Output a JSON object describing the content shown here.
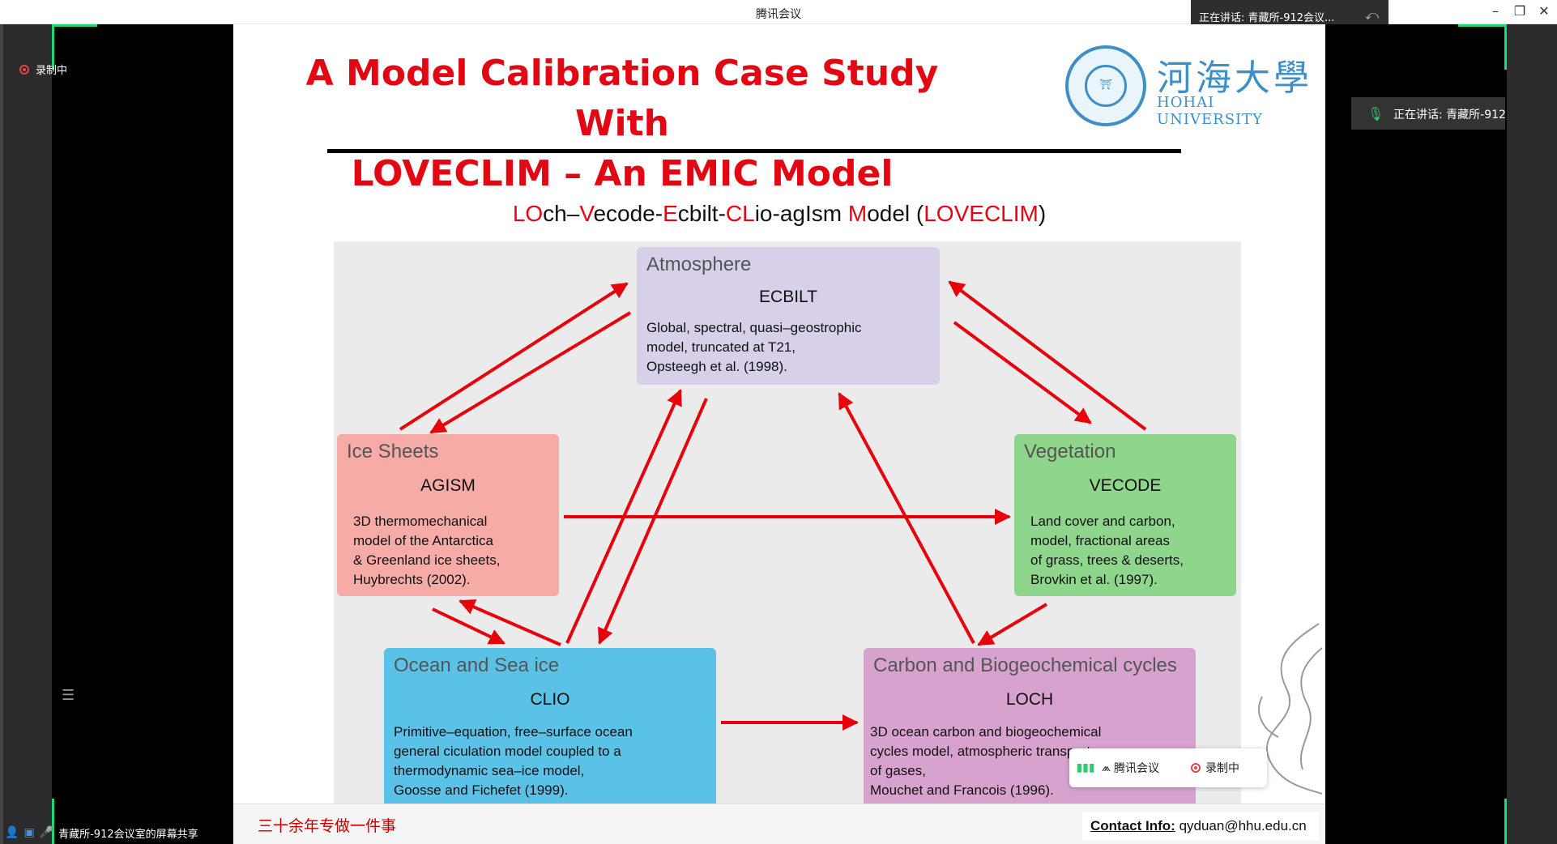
{
  "window": {
    "title": "腾讯会议"
  },
  "speaking_top": "正在讲话: 青藏所-912会议...",
  "speaking_right": "正在讲话: 青藏所-912会",
  "recording_top": "录制中",
  "bottom_status": "青藏所-912会议室的屏幕共享",
  "slide": {
    "title_line1": "A Model Calibration Case Study With",
    "title_line2": "LOVECLIM – An EMIC Model",
    "logo_cn": "河海大學",
    "logo_en": "HOHAI UNIVERSITY",
    "subtitle_parts": [
      "LO",
      "ch–",
      "V",
      "ecode-",
      "E",
      "cbilt-",
      "CL",
      "io-agIsm ",
      "M",
      "odel (",
      "LOVECLIM",
      ")"
    ],
    "boxes": {
      "atmosphere": {
        "header": "Atmosphere",
        "name": "ECBILT",
        "lines": [
          "Global, spectral, quasi–geostrophic",
          "model, truncated at T21,",
          "Opsteegh et al. (1998)."
        ]
      },
      "ice": {
        "header": "Ice Sheets",
        "name": "AGISM",
        "lines": [
          "3D thermomechanical",
          "model of the Antarctica",
          "& Greenland ice sheets,",
          "Huybrechts (2002)."
        ]
      },
      "vegetation": {
        "header": "Vegetation",
        "name": "VECODE",
        "lines": [
          "Land cover and carbon,",
          "model, fractional areas",
          "of grass, trees & deserts,",
          "Brovkin et al. (1997)."
        ]
      },
      "ocean": {
        "header": "Ocean and Sea ice",
        "name": "CLIO",
        "lines": [
          "Primitive–equation, free–surface ocean",
          "general ciculation model coupled to a",
          "thermodynamic sea–ice model,",
          "Goosse and Fichefet (1999)."
        ]
      },
      "carbon": {
        "header": "Carbon and Biogeochemical cycles",
        "name": "LOCH",
        "lines": [
          "3D ocean carbon and biogeochemical",
          "cycles model, atmospheric transport",
          "of gases,",
          "Mouchet and Francois (1996)."
        ]
      }
    },
    "footer_cn": "三十余年专做一件事",
    "contact_label": "Contact Info:",
    "contact_email": "qyduan@hhu.edu.cn"
  },
  "meeting_float": {
    "brand": "腾讯会议",
    "recording": "录制中"
  },
  "colors": {
    "title_red": "#e30613",
    "arrow_red": "#e8000b",
    "hohai_blue": "#3d8fc6",
    "meeting_green": "#1fd96e"
  },
  "icons": [
    "record-icon",
    "list-icon",
    "mic-icon",
    "share-icon",
    "signal-icon",
    "tencent-meeting-logo",
    "minimize-icon",
    "restore-icon",
    "close-icon"
  ]
}
